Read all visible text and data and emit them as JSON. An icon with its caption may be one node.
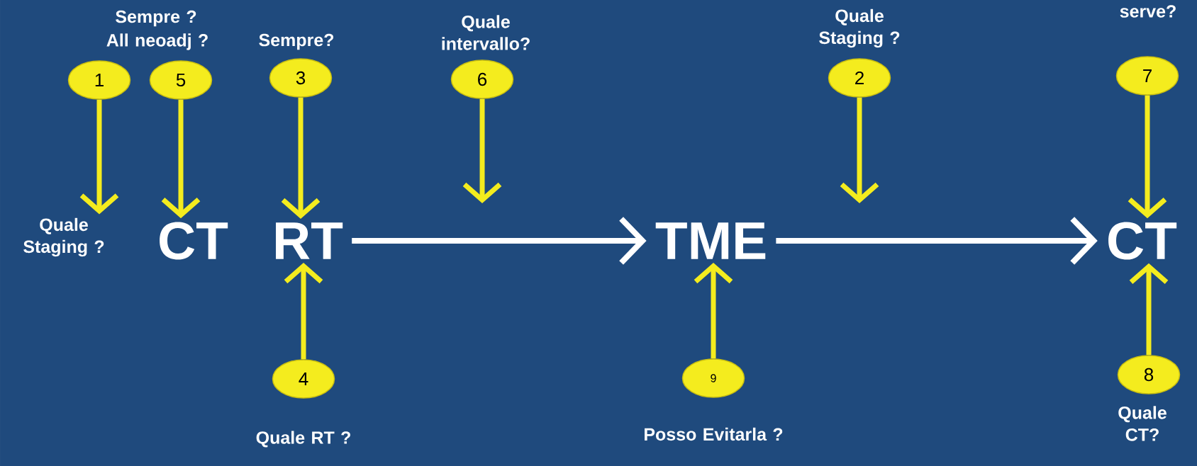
{
  "diagram": {
    "nodes": [
      {
        "text": [
          "Quale Staging ?"
        ]
      },
      {
        "text": [
          "CT"
        ]
      },
      {
        "text": [
          "RT"
        ]
      },
      {
        "text": [
          "TME"
        ]
      },
      {
        "text": [
          "CT"
        ]
      },
      {
        "text": [
          "1"
        ]
      },
      {
        "text": [
          "5"
        ],
        "beside": [
          "Sempre ?",
          "All neoadj ?"
        ]
      },
      {
        "text": [
          "3"
        ],
        "beside": [
          "Sempre?"
        ]
      },
      {
        "text": [
          "6"
        ],
        "beside": [
          "Quale intervallo?"
        ]
      },
      {
        "text": [
          "2"
        ],
        "beside": [
          "Quale Staging ?"
        ]
      },
      {
        "text": [
          "7"
        ],
        "beside": [
          "serve?"
        ]
      },
      {
        "text": [
          "4"
        ],
        "beside": [
          "Quale RT ?"
        ]
      },
      {
        "text": [
          "9"
        ],
        "beside": [
          "Posso Evitarla ?"
        ]
      },
      {
        "text": [
          "8"
        ],
        "beside": [
          "Quale CT?"
        ]
      }
    ],
    "edges": [
      {
        "from": 2,
        "to": 3,
        "arrow": "to",
        "color": "#ffffff"
      },
      {
        "from": 3,
        "to": 4,
        "arrow": "to",
        "color": "#ffffff"
      },
      {
        "from": 5,
        "to": 0,
        "arrow": "to"
      },
      {
        "from": 6,
        "to": 1,
        "arrow": "to"
      },
      {
        "from": 7,
        "to": 2,
        "arrow": "to"
      },
      {
        "from": 8,
        "to": null,
        "arrow": "to"
      },
      {
        "from": 9,
        "to": null,
        "arrow": "to"
      },
      {
        "from": 10,
        "to": 4,
        "arrow": "to"
      },
      {
        "from": 11,
        "to": 2,
        "arrow": "to"
      },
      {
        "from": 12,
        "to": 3,
        "arrow": "to"
      },
      {
        "from": 13,
        "to": 4,
        "arrow": "to"
      }
    ]
  }
}
